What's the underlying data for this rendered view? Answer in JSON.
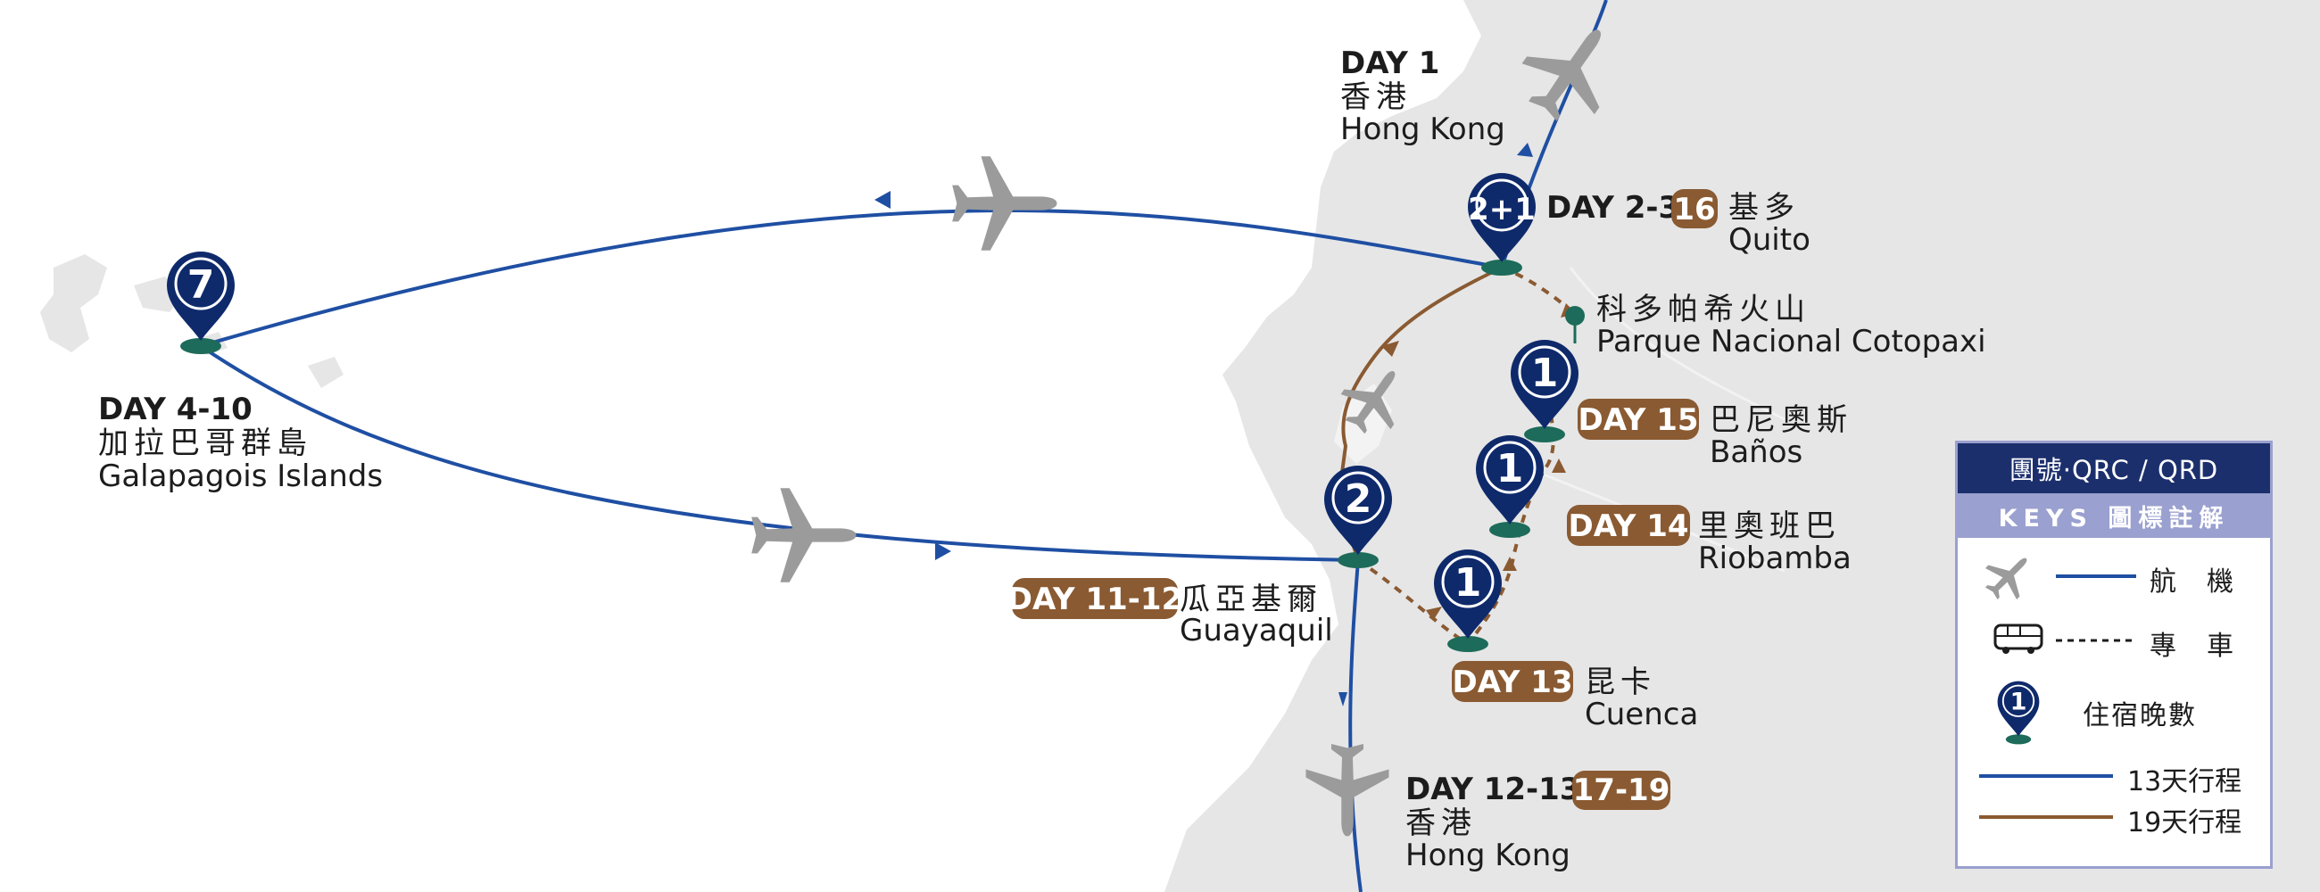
{
  "stops": {
    "day1": {
      "day": "DAY 1",
      "zh": "香港",
      "en": "Hong Kong"
    },
    "quito": {
      "day": "DAY 2-3,",
      "badge": "16",
      "zh": "基多",
      "en": "Quito",
      "nights": "2+1"
    },
    "cotopaxi": {
      "zh": "科多帕希火山",
      "en": "Parque Nacional Cotopaxi"
    },
    "banos": {
      "badge": "DAY 15",
      "zh": "巴尼奧斯",
      "en": "Baños",
      "nights": "1"
    },
    "riobamba": {
      "badge": "DAY 14",
      "zh": "里奧班巴",
      "en": "Riobamba",
      "nights": "1"
    },
    "cuenca": {
      "badge": "DAY 13",
      "zh": "昆卡",
      "en": "Cuenca",
      "nights": "1"
    },
    "guayaquil": {
      "badge": "DAY 11-12",
      "zh": "瓜亞基爾",
      "en": "Guayaquil",
      "nights": "2"
    },
    "galapagos": {
      "day": "DAY 4-10",
      "zh": "加拉巴哥群島",
      "en": "Galapagois Islands",
      "nights": "7"
    },
    "return": {
      "day": "DAY 12-13,",
      "badge": "17-19",
      "zh": "香港",
      "en": "Hong Kong"
    }
  },
  "legend": {
    "title": "團號·QRC / QRD",
    "subtitle": "KEYS 圖標註解",
    "flight": "航　機",
    "bus": "專　車",
    "nights_label": "住宿晚數",
    "nights_sample": "1",
    "route13": "13天行程",
    "route19": "19天行程"
  },
  "colors": {
    "navy": "#0f2a6b",
    "flight_line": "#1f4fa3",
    "brown": "#8a5a32",
    "pin_base": "#1d6b5a",
    "land": "#e6e6e6",
    "plane": "#9b9b9b"
  }
}
